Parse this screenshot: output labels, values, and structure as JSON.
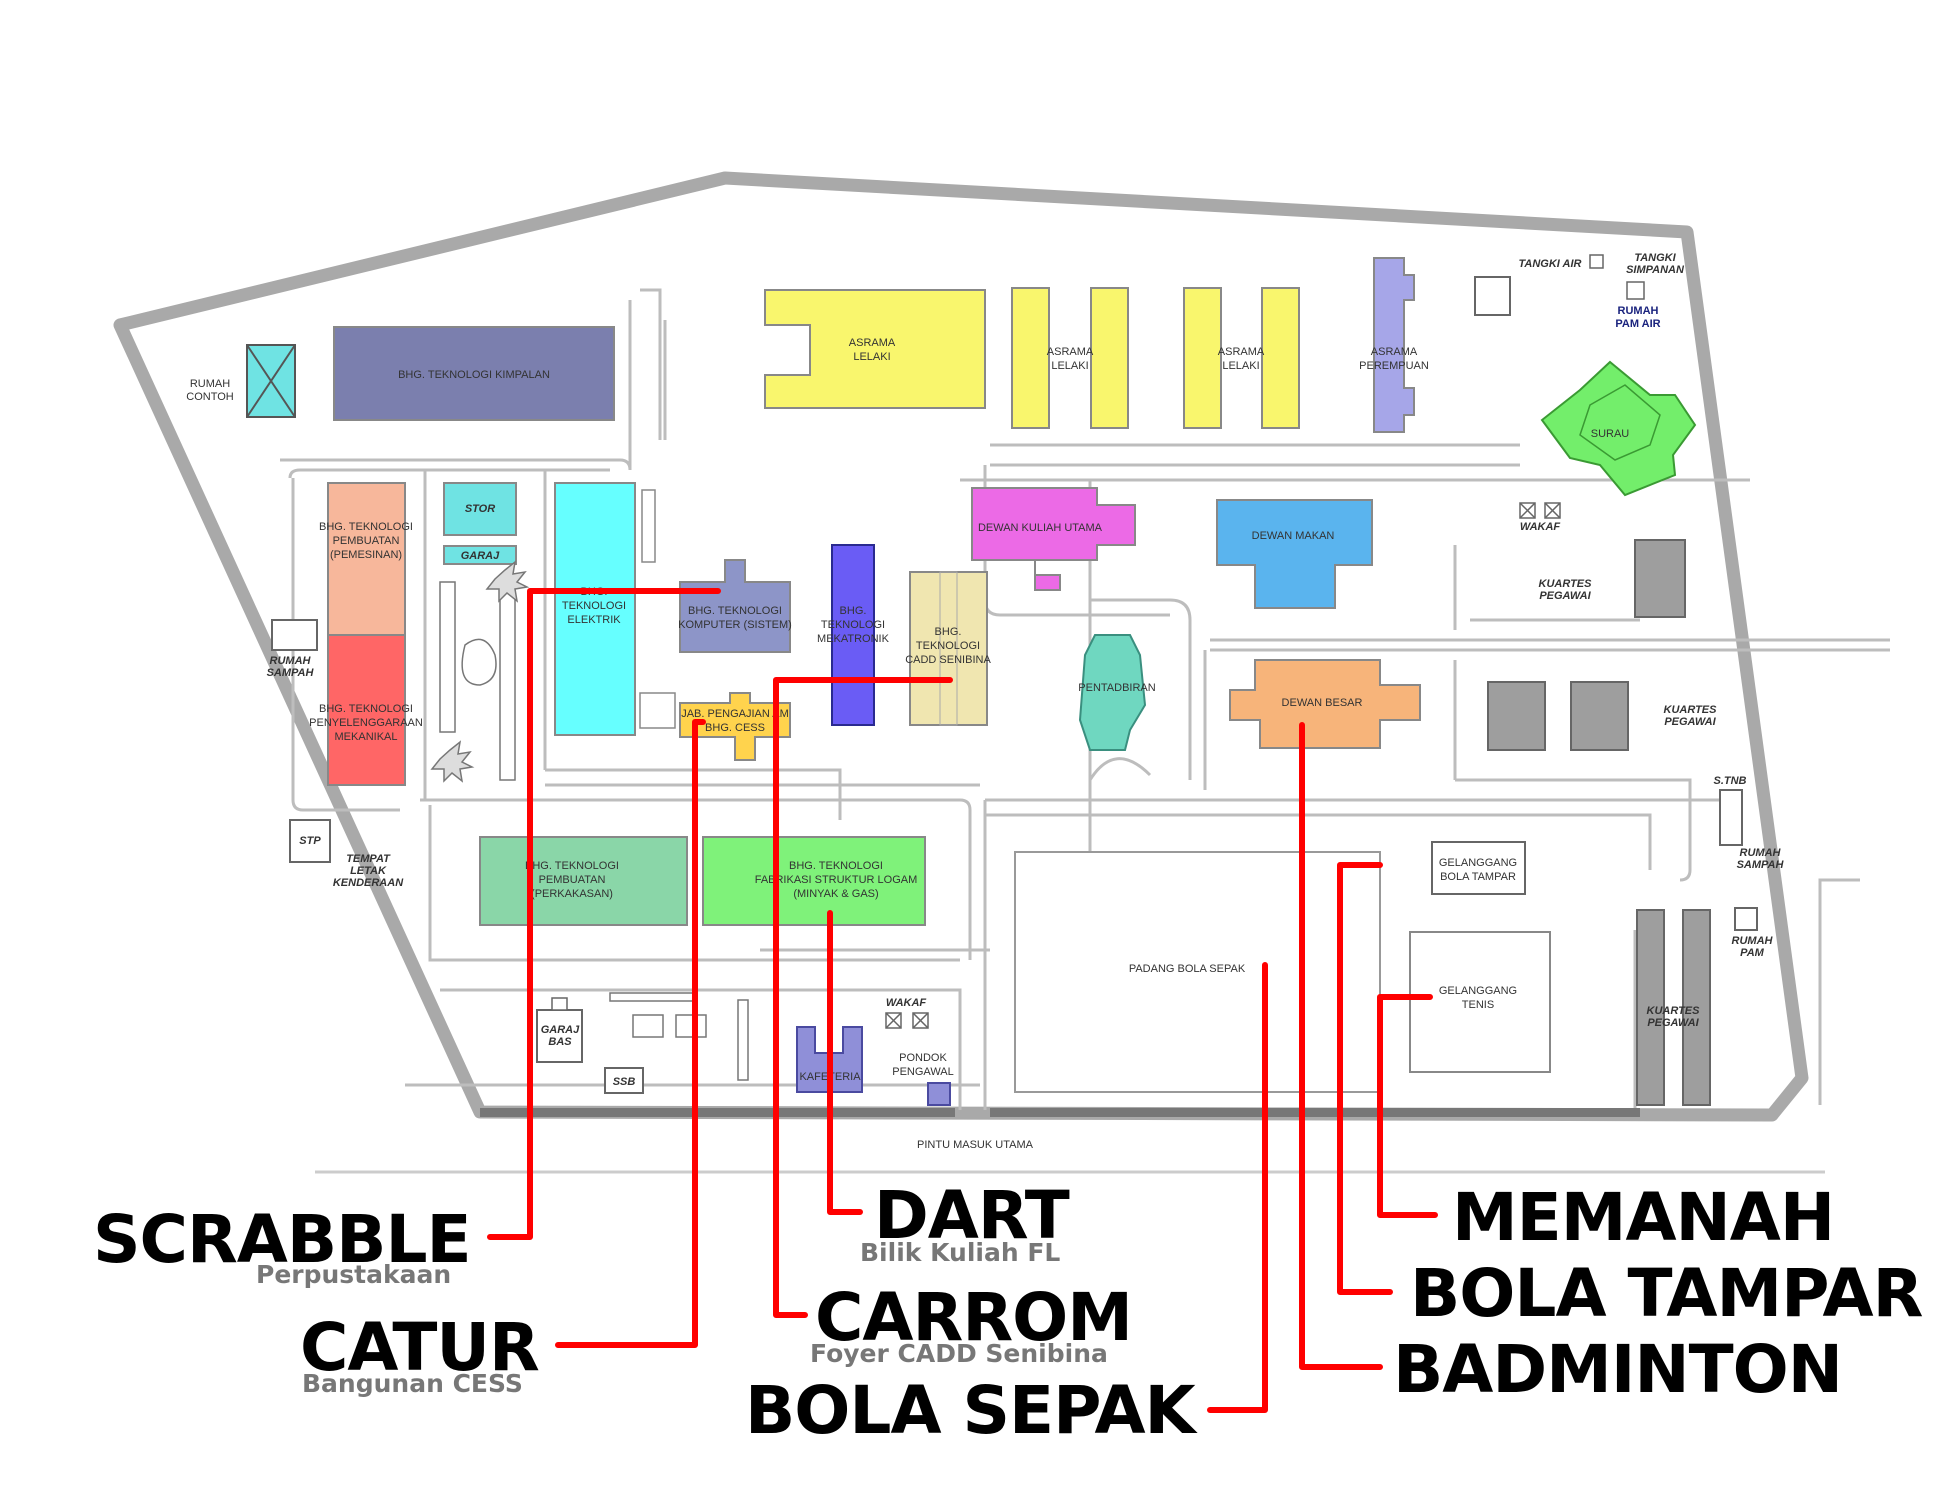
{
  "colors": {
    "boundary": "#a9a9a9",
    "road": "#bdbdbd",
    "route_line": "#ff0000",
    "event_text": "#000000",
    "venue_text": "#777777",
    "kimpalan": "#7b7fae",
    "pemesinan": "#f7b79b",
    "penyelenggaraan": "#ff6666",
    "elektrik": "#66ffff",
    "komputer": "#8d95c8",
    "cess": "#ffd34d",
    "mekatronik": "#6a5cf5",
    "cadd": "#f0e6b0",
    "pentadbiran": "#6fd7c0",
    "dewan_kuliah": "#ec6ae6",
    "dewan_makan": "#5ab4ee",
    "dewan_besar": "#f7b47a",
    "asrama_lelaki": "#f9f66d",
    "asrama_perempuan": "#a6a6e8",
    "surau": "#73ee6b",
    "perkakasan": "#8ad6a8",
    "fabrikasi": "#7ff27a",
    "kafeteria": "#8f8fd8",
    "rumah_contoh": "#6fe3e3",
    "kuarters": "#9e9e9e"
  },
  "buildings": {
    "kimpalan": "BHG. TEKNOLOGI KIMPALAN",
    "rumah_contoh": [
      "RUMAH",
      "CONTOH"
    ],
    "pemesinan": [
      "BHG. TEKNOLOGI",
      "PEMBUATAN",
      "(PEMESINAN)"
    ],
    "penyelenggaraan": [
      "BHG. TEKNOLOGI",
      "PENYELENGGARAAN",
      "MEKANIKAL"
    ],
    "rumah_sampah_left": [
      "RUMAH",
      "SAMPAH"
    ],
    "stor": "STOR",
    "garaj": "GARAJ",
    "elektrik": [
      "BHG.",
      "TEKNOLOGI",
      "ELEKTRIK"
    ],
    "komputer": [
      "BHG. TEKNOLOGI",
      "KOMPUTER (SISTEM)"
    ],
    "cess": [
      "JAB. PENGAJIAN AM",
      "BHG. CESS"
    ],
    "mekatronik": [
      "BHG.",
      "TEKNOLOGI",
      "MEKATRONIK"
    ],
    "cadd": [
      "BHG.",
      "TEKNOLOGI",
      "CADD SENIBINA"
    ],
    "asrama_1": [
      "ASRAMA",
      "LELAKI"
    ],
    "asrama_2": [
      "ASRAMA",
      "LELAKI"
    ],
    "asrama_3": [
      "ASRAMA",
      "LELAKI"
    ],
    "asrama_perempuan": [
      "ASRAMA",
      "PEREMPUAN"
    ],
    "tangki_air": "TANGKI AIR",
    "tangki_simpanan": [
      "TANGKI",
      "SIMPANAN"
    ],
    "rumah_pam_air": [
      "RUMAH",
      "PAM AIR"
    ],
    "surau": "SURAU",
    "dewan_kuliah": "DEWAN KULIAH UTAMA",
    "dewan_makan": "DEWAN MAKAN",
    "wakaf_top": "WAKAF",
    "kuarters_1": [
      "KUARTES",
      "PEGAWAI"
    ],
    "pentadbiran": "PENTADBIRAN",
    "dewan_besar": "DEWAN BESAR",
    "kuarters_2": [
      "KUARTES",
      "PEGAWAI"
    ],
    "stnb": "S.TNB",
    "rumah_sampah_right": [
      "RUMAH",
      "SAMPAH"
    ],
    "stp": "STP",
    "tempat_letak": [
      "TEMPAT",
      "LETAK",
      "KENDERAAN"
    ],
    "perkakasan": [
      "BHG. TEKNOLOGI",
      "PEMBUATAN",
      "(PERKAKASAN)"
    ],
    "fabrikasi": [
      "BHG. TEKNOLOGI",
      "FABRIKASI STRUKTUR LOGAM",
      "(MINYAK & GAS)"
    ],
    "gelanggang_bola_tampar": [
      "GELANGGANG",
      "BOLA TAMPAR"
    ],
    "padang_bola_sepak": "PADANG BOLA SEPAK",
    "gelanggang_tenis": [
      "GELANGGANG",
      "TENIS"
    ],
    "rumah_pam": [
      "RUMAH",
      "PAM"
    ],
    "kuarters_3": [
      "KUARTES",
      "PEGAWAI"
    ],
    "garaj_bas": [
      "GARAJ",
      "BAS"
    ],
    "ssb": "SSB",
    "wakaf_bottom": "WAKAF",
    "kafeteria": "KAFETERIA",
    "pondok_pengawal": [
      "PONDOK",
      "PENGAWAL"
    ],
    "pintu_masuk": "PINTU MASUK UTAMA"
  },
  "events": [
    {
      "id": "scrabble",
      "title": "SCRABBLE",
      "venue": "Perpustakaan"
    },
    {
      "id": "catur",
      "title": "CATUR",
      "venue": "Bangunan CESS"
    },
    {
      "id": "dart",
      "title": "DART",
      "venue": "Bilik Kuliah FL"
    },
    {
      "id": "carrom",
      "title": "CARROM",
      "venue": "Foyer CADD Senibina"
    },
    {
      "id": "bola_sepak",
      "title": "BOLA SEPAK",
      "venue": ""
    },
    {
      "id": "memanah",
      "title": "MEMANAH",
      "venue": ""
    },
    {
      "id": "bola_tampar",
      "title": "BOLA TAMPAR",
      "venue": ""
    },
    {
      "id": "badminton",
      "title": "BADMINTON",
      "venue": ""
    }
  ]
}
